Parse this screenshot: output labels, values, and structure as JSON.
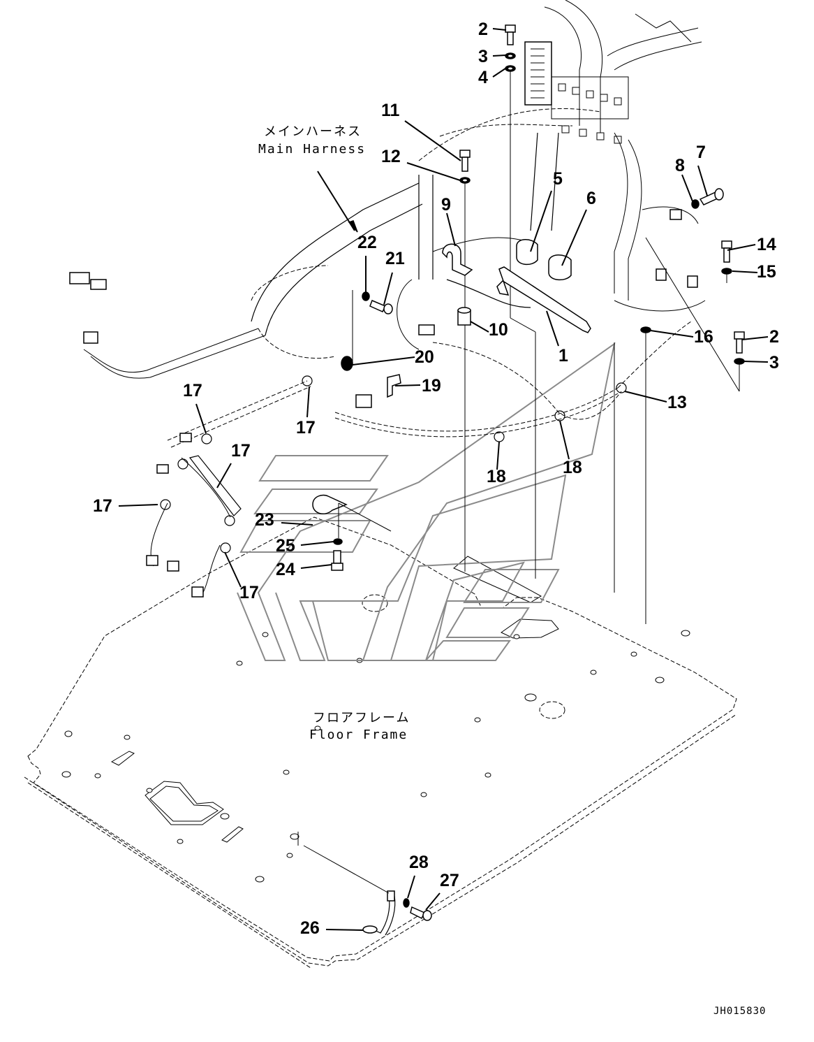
{
  "diagram": {
    "type": "exploded parts diagram",
    "drawing_code": "JH015830",
    "captions": {
      "main_harness_jp": "メインハーネス",
      "main_harness_en": "Main Harness",
      "floor_frame_jp": "フロアフレーム",
      "floor_frame_en": "Floor Frame"
    },
    "part_labels": [
      {
        "id": "p2a",
        "number": "2",
        "part": "bolt"
      },
      {
        "id": "p3a",
        "number": "3",
        "part": "washer"
      },
      {
        "id": "p4",
        "number": "4",
        "part": "washer"
      },
      {
        "id": "p11",
        "number": "11",
        "part": "bolt"
      },
      {
        "id": "p12",
        "number": "12",
        "part": "washer"
      },
      {
        "id": "p5",
        "number": "5",
        "part": "relay/clamp"
      },
      {
        "id": "p6",
        "number": "6",
        "part": "relay/clamp"
      },
      {
        "id": "p7",
        "number": "7",
        "part": "bolt"
      },
      {
        "id": "p8",
        "number": "8",
        "part": "washer"
      },
      {
        "id": "p9",
        "number": "9",
        "part": "clamp"
      },
      {
        "id": "p22",
        "number": "22",
        "part": "washer"
      },
      {
        "id": "p21",
        "number": "21",
        "part": "bolt"
      },
      {
        "id": "p14",
        "number": "14",
        "part": "bolt"
      },
      {
        "id": "p15",
        "number": "15",
        "part": "washer"
      },
      {
        "id": "p10",
        "number": "10",
        "part": "spacer"
      },
      {
        "id": "p1",
        "number": "1",
        "part": "bracket"
      },
      {
        "id": "p16",
        "number": "16",
        "part": "washer"
      },
      {
        "id": "p2b",
        "number": "2",
        "part": "bolt"
      },
      {
        "id": "p3b",
        "number": "3",
        "part": "washer"
      },
      {
        "id": "p20",
        "number": "20",
        "part": "clamp"
      },
      {
        "id": "p19",
        "number": "19",
        "part": "bracket"
      },
      {
        "id": "p13",
        "number": "13",
        "part": "clip"
      },
      {
        "id": "p17a",
        "number": "17",
        "part": "clip"
      },
      {
        "id": "p17b",
        "number": "17",
        "part": "clip"
      },
      {
        "id": "p17c",
        "number": "17",
        "part": "clip"
      },
      {
        "id": "p17d",
        "number": "17",
        "part": "clip"
      },
      {
        "id": "p17e",
        "number": "17",
        "part": "clip"
      },
      {
        "id": "p18a",
        "number": "18",
        "part": "clip"
      },
      {
        "id": "p18b",
        "number": "18",
        "part": "clip"
      },
      {
        "id": "p23",
        "number": "23",
        "part": "clamp"
      },
      {
        "id": "p25",
        "number": "25",
        "part": "washer"
      },
      {
        "id": "p24",
        "number": "24",
        "part": "bolt"
      },
      {
        "id": "p26",
        "number": "26",
        "part": "ground cable"
      },
      {
        "id": "p27",
        "number": "27",
        "part": "bolt"
      },
      {
        "id": "p28",
        "number": "28",
        "part": "washer"
      }
    ]
  }
}
